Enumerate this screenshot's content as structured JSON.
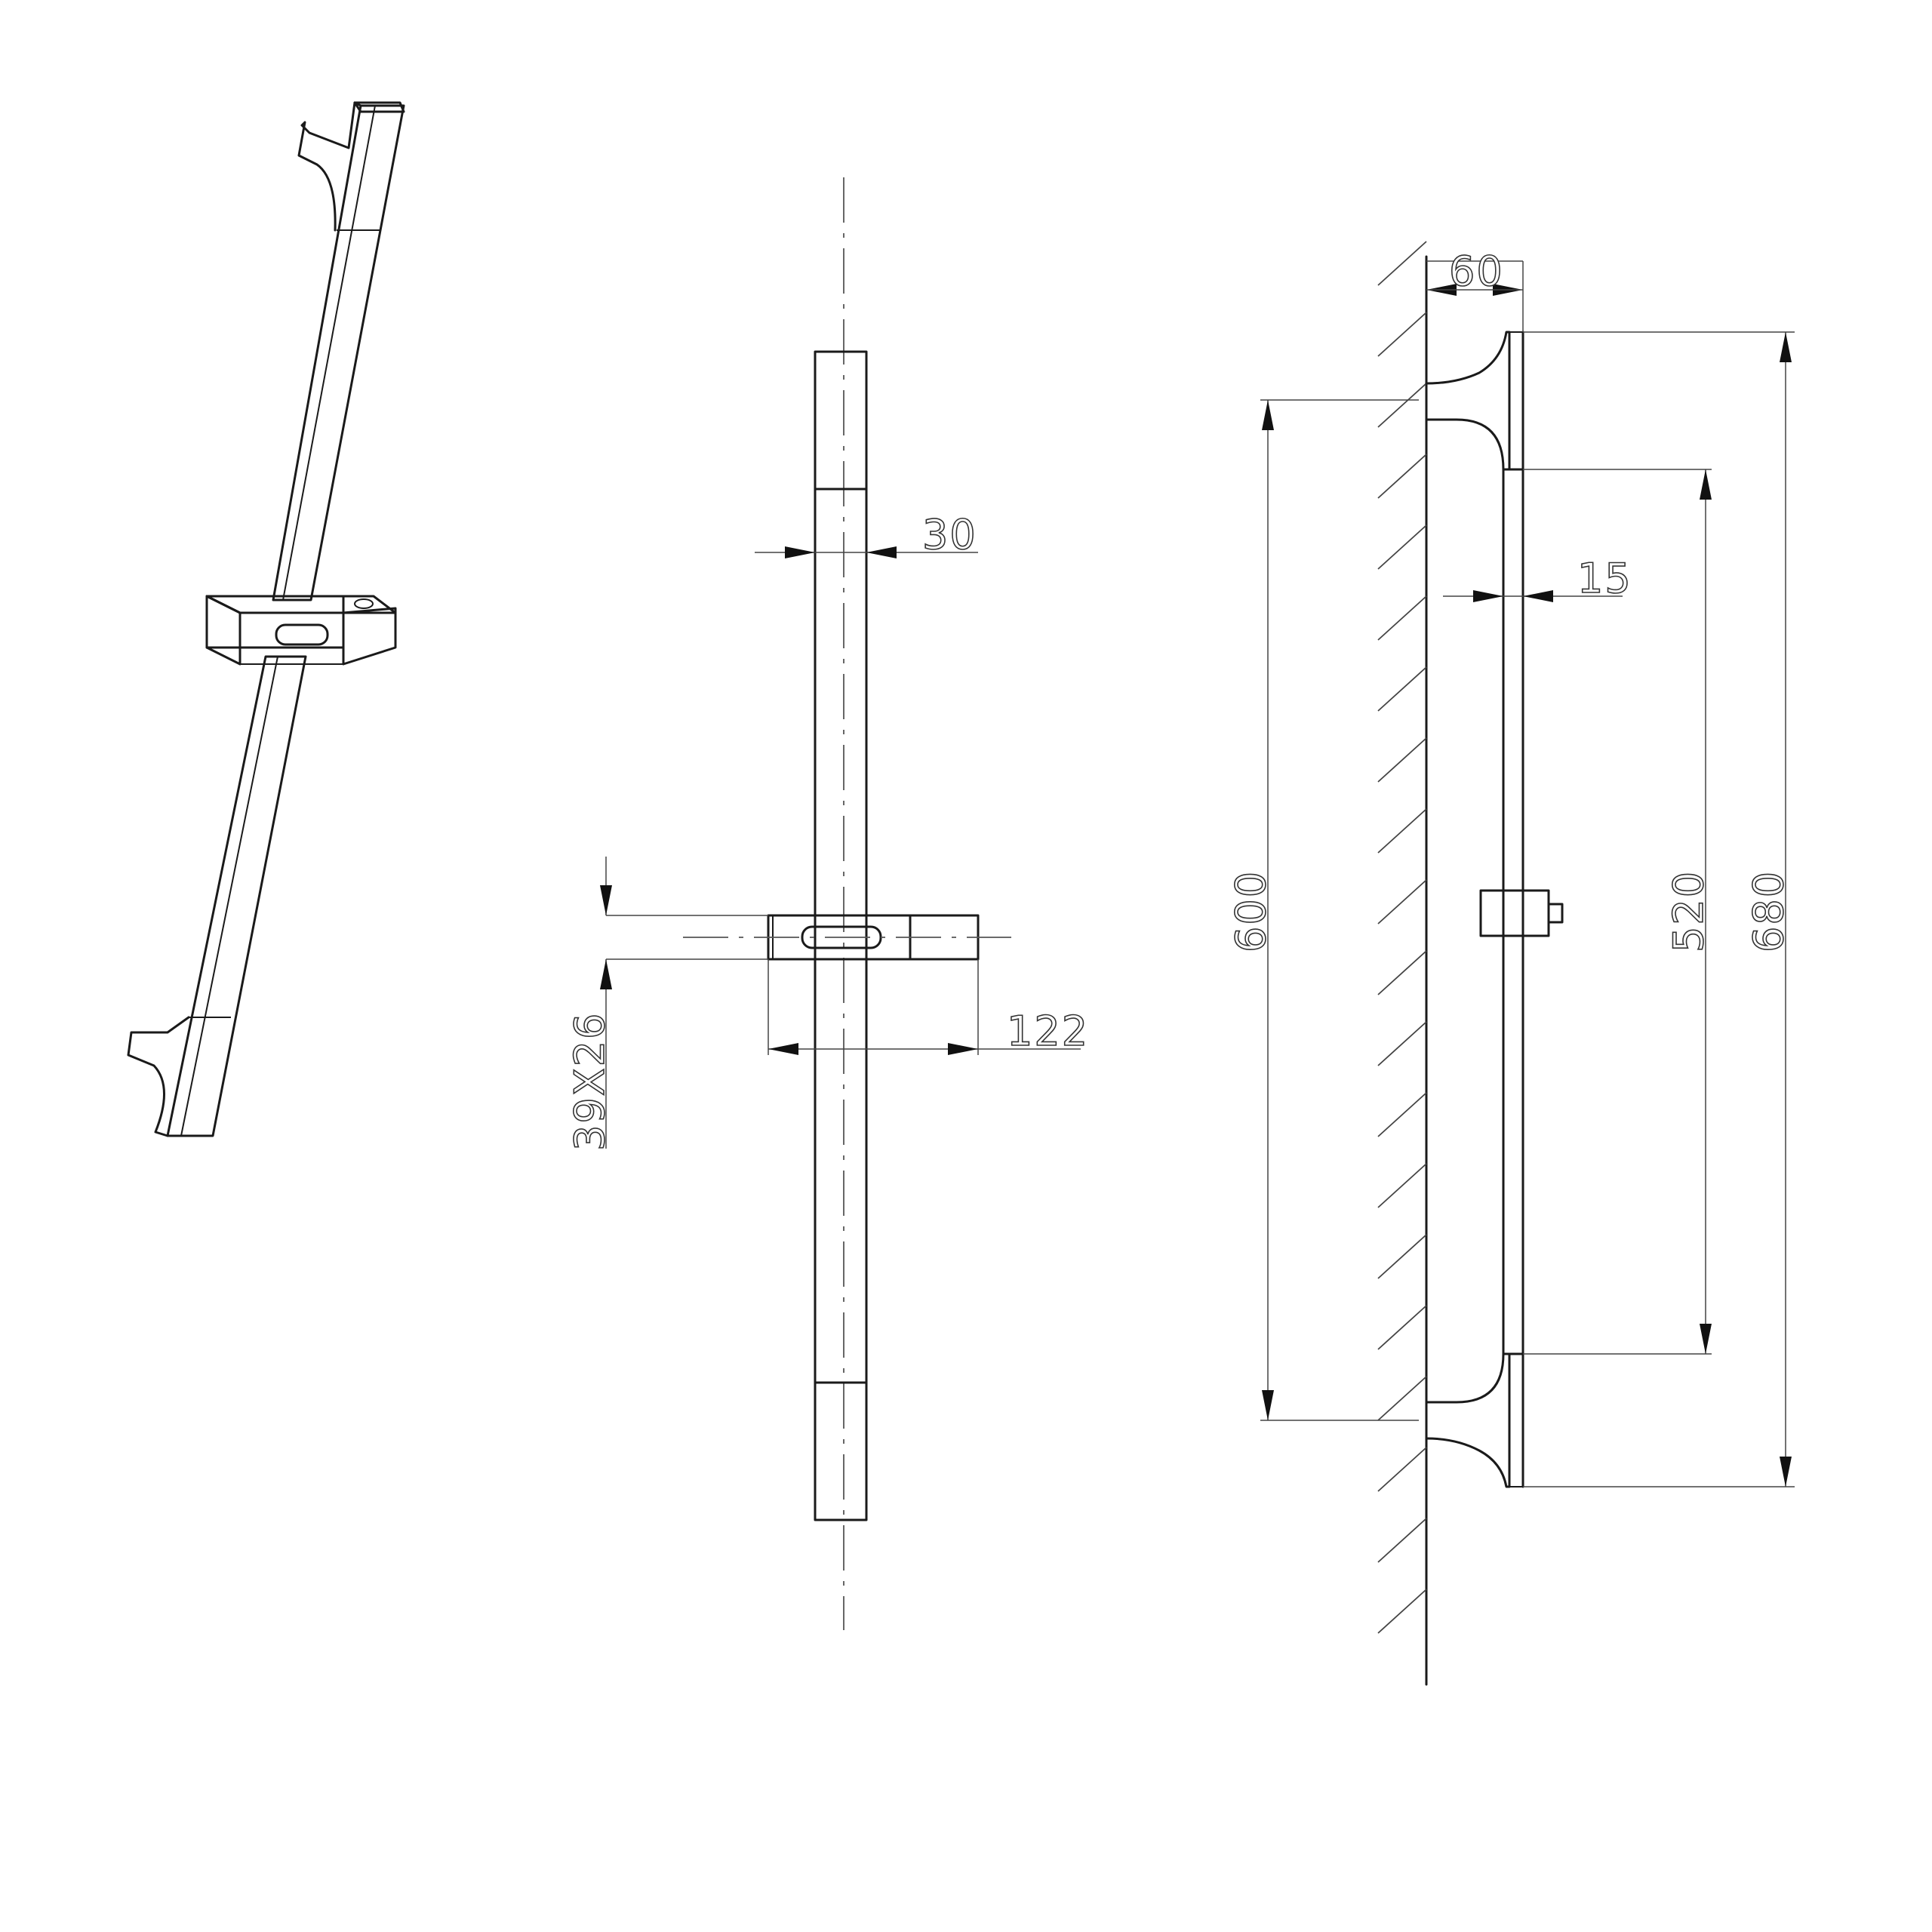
{
  "drawing": {
    "dimensions": {
      "bar_width": "30",
      "slider_section": "39X26",
      "slider_length": "122",
      "wall_projection": "60",
      "bar_depth": "15",
      "bracket_spacing": "600",
      "bar_span": "520",
      "overall_length": "680"
    }
  }
}
